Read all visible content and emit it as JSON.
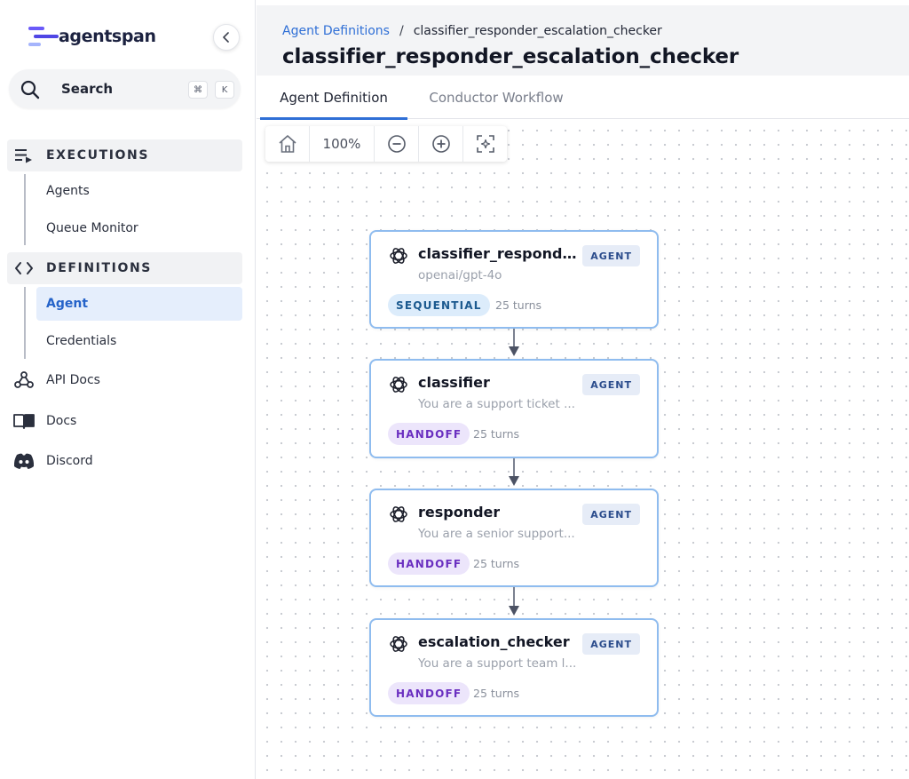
{
  "brand": {
    "name": "agentspan"
  },
  "search": {
    "label": "Search",
    "shortcut_keys": [
      "⌘",
      "K"
    ]
  },
  "sidebar": {
    "executions": {
      "label": "EXECUTIONS",
      "items": [
        {
          "label": "Agents"
        },
        {
          "label": "Queue Monitor"
        }
      ]
    },
    "definitions": {
      "label": "DEFINITIONS",
      "items": [
        {
          "label": "Agent",
          "active": true
        },
        {
          "label": "Credentials"
        }
      ]
    },
    "links": [
      {
        "label": "API Docs",
        "icon": "webhook-icon"
      },
      {
        "label": "Docs",
        "icon": "book-icon"
      },
      {
        "label": "Discord",
        "icon": "discord-icon"
      }
    ]
  },
  "breadcrumb": {
    "parent": "Agent Definitions",
    "separator": "/",
    "current": "classifier_responder_escalation_checker"
  },
  "page_title": "classifier_responder_escalation_checker",
  "tabs": [
    {
      "label": "Agent Definition",
      "active": true
    },
    {
      "label": "Conductor Workflow",
      "active": false
    }
  ],
  "toolbar": {
    "zoom": "100%"
  },
  "nodes": [
    {
      "name": "classifier_respond...",
      "subtitle": "openai/gpt-4o",
      "badge": "AGENT",
      "strategy": "SEQUENTIAL",
      "turns": "25 turns"
    },
    {
      "name": "classifier",
      "subtitle": "You are a support ticket ...",
      "badge": "AGENT",
      "strategy": "HANDOFF",
      "turns": "25 turns"
    },
    {
      "name": "responder",
      "subtitle": "You are a senior support...",
      "badge": "AGENT",
      "strategy": "HANDOFF",
      "turns": "25 turns"
    },
    {
      "name": "escalation_checker",
      "subtitle": "You are a support team l...",
      "badge": "AGENT",
      "strategy": "HANDOFF",
      "turns": "25 turns"
    }
  ],
  "colors": {
    "accent": "#2f6fd6",
    "node_border": "#8fbcef",
    "sequential_bg": "#dcecfb",
    "handoff_bg": "#ece5fb",
    "handoff_text": "#6a2fc0"
  }
}
